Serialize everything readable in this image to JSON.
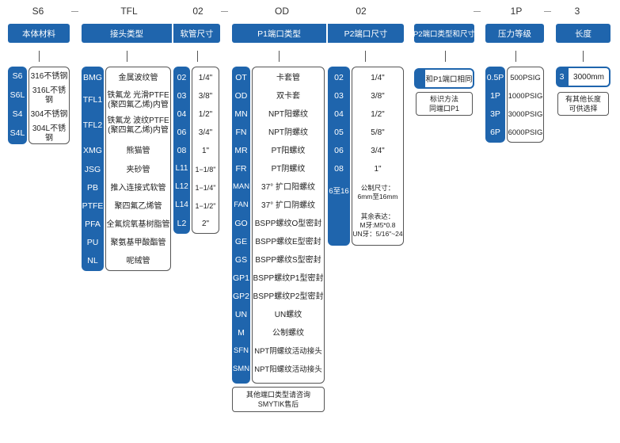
{
  "codes": {
    "s6": "S6",
    "tfl": "TFL",
    "n02a": "02",
    "od": "OD",
    "n02b": "02",
    "p1": "1P",
    "n3": "3"
  },
  "headers": {
    "material": "本体材料",
    "joint_type": "接头类型",
    "hose_size": "软管尺寸",
    "p1_type": "P1端口类型",
    "p2_size": "P2端口尺寸",
    "p2_type_size": "P2端口类型和尺寸",
    "pressure": "压力等级",
    "length": "长度"
  },
  "material": {
    "codes": [
      "S6",
      "S6L",
      "S4",
      "S4L"
    ],
    "desc": [
      "316不锈钢",
      "316L不锈钢",
      "304不锈钢",
      "304L不锈钢"
    ]
  },
  "joint": {
    "codes": [
      "BMG",
      "TFL1",
      "TFL2",
      "XMG",
      "JSG",
      "PB",
      "PTFE",
      "PFA",
      "PU",
      "NL"
    ],
    "desc": [
      "金属波纹管",
      "铁氟龙 光滑PTFE\n(聚四氟乙烯)内管",
      "铁氟龙 波纹PTFE\n(聚四氟乙烯)内管",
      "熊猫管",
      "夹砂管",
      "推入连接式软管",
      "聚四氟乙烯管",
      "全氟烷氧基树脂管",
      "聚氨基甲酸酯管",
      "呢绒管"
    ]
  },
  "hose": {
    "codes": [
      "02",
      "03",
      "04",
      "06",
      "08",
      "L11",
      "L12",
      "L14",
      "L2"
    ],
    "desc": [
      "1/4\"",
      "3/8\"",
      "1/2\"",
      "3/4\"",
      "1\"",
      "1−1/8\"",
      "1−1/4\"",
      "1−1/2\"",
      "2\""
    ]
  },
  "p1": {
    "codes": [
      "OT",
      "OD",
      "MN",
      "FN",
      "MR",
      "FR",
      "MAN",
      "FAN",
      "GO",
      "GE",
      "GS",
      "GP1",
      "GP2",
      "UN",
      "M",
      "SFN",
      "SMN"
    ],
    "desc": [
      "卡套管",
      "双卡套",
      "NPT阳螺纹",
      "NPT阴螺纹",
      "PT阳螺纹",
      "PT阴螺纹",
      "37° 扩口阳螺纹",
      "37° 扩口阴螺纹",
      "BSPP螺纹O型密封",
      "BSPP螺纹E型密封",
      "BSPP螺纹S型密封",
      "BSPP螺纹P1型密封",
      "BSPP螺纹P2型密封",
      "UN螺纹",
      "公制螺纹",
      "NPT阴螺纹活动接头",
      "NPT阳螺纹活动接头"
    ],
    "note": "其他端口类型请咨询\nSMYTIK售后"
  },
  "p2size": {
    "codes": [
      "02",
      "03",
      "04",
      "05",
      "06",
      "08",
      "6至16"
    ],
    "desc": [
      "1/4\"",
      "3/8\"",
      "1/2\"",
      "5/8\"",
      "3/4\"",
      "1\""
    ],
    "metric_note": "公制尺寸：\n6mm至16mm",
    "other_note": "其余表达：\nM牙:M5*0.8\nUN牙：5/16\"~24"
  },
  "p2type": {
    "desc": "和P1端口相同",
    "note": "标识方法\n同端口P1"
  },
  "pressure": {
    "codes": [
      "0.5P",
      "1P",
      "3P",
      "6P"
    ],
    "desc": [
      "500PSIG",
      "1000PSIG",
      "3000PSIG",
      "6000PSIG"
    ]
  },
  "length": {
    "code": "3",
    "desc": "3000mm",
    "note": "有其他长度\n可供选择"
  }
}
